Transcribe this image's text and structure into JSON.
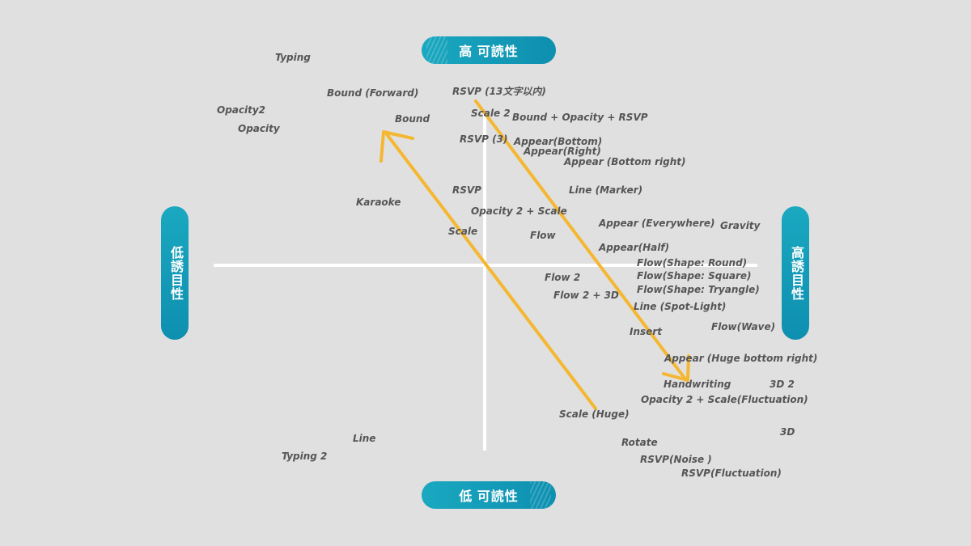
{
  "axes": {
    "top_label": "高 可読性",
    "bottom_label": "低 可読性",
    "left_label": "低誘目性",
    "right_label": "高誘目性"
  },
  "items": [
    "Typing",
    "Bound (Forward)",
    "RSVP (13文字以内)",
    "Opacity2",
    "Scale 2",
    "Bound + Opacity + RSVP",
    "Opacity",
    "Bound",
    "RSVP (3)",
    "Appear(Bottom)",
    "Appear(Right)",
    "Appear (Bottom right)",
    "RSVP",
    "Line (Marker)",
    "Karaoke",
    "Opacity 2 + Scale",
    "Appear (Everywhere)",
    "Gravity",
    "Scale",
    "Flow",
    "Appear(Half)",
    "Flow(Shape: Round)",
    "Flow 2",
    "Flow(Shape: Square)",
    "Flow(Shape: Tryangle)",
    "Flow 2 + 3D",
    "Line (Spot-Light)",
    "Flow(Wave)",
    "Insert",
    "Appear (Huge bottom right)",
    "Handwriting",
    "3D 2",
    "Opacity 2 + Scale(Fluctuation)",
    "Scale (Huge)",
    "3D",
    "Line",
    "Rotate",
    "Typing 2",
    "RSVP(Noise )",
    "RSVP(Fluctuation)"
  ],
  "colors": {
    "background": "#e0e0e0",
    "axis": "#ffffff",
    "pill": "#1aa8c0",
    "arrow": "#f5b731",
    "label": "#555555"
  }
}
